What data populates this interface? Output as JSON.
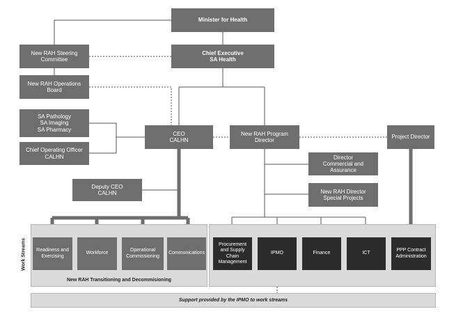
{
  "colors": {
    "box_gray": "#6e6e6e",
    "box_dark": "#2b2b2b",
    "panel": "#dadada",
    "line": "#555555"
  },
  "nodes": {
    "minister": "Minister for Health",
    "chief_exec": "Chief Executive\nSA Health",
    "steering": "New RAH Steering\nCommittee",
    "ops_board": "New RAH Operations\nBoard",
    "sa_services": "SA Pathology\nSA Imaging\nSA Pharmacy",
    "coo": "Chief Operating Officer\nCALHN",
    "ceo_calhn": "CEO\nCALHN",
    "program_director": "New RAH Program\nDirector",
    "project_director": "Project Director",
    "director_cca": "Director\nCommercial and\nAssurance",
    "director_special": "New RAH Director\nSpecial Projects",
    "deputy_ceo": "Deputy CEO\nCALHN"
  },
  "work_streams": {
    "label": "Work Streams",
    "left_group_label": "New RAH Transitioning and Decommisioning",
    "left": [
      "Readiness and\nExercising",
      "Workforce",
      "Operational\nCommissioning",
      "Communications"
    ],
    "right": [
      "Procurement\nand Supply\nChain\nManagement",
      "IPMO",
      "Finance",
      "ICT",
      "PPP Contract\nAdministration"
    ]
  },
  "support_label": "Support provided by the IPMO to work streams"
}
